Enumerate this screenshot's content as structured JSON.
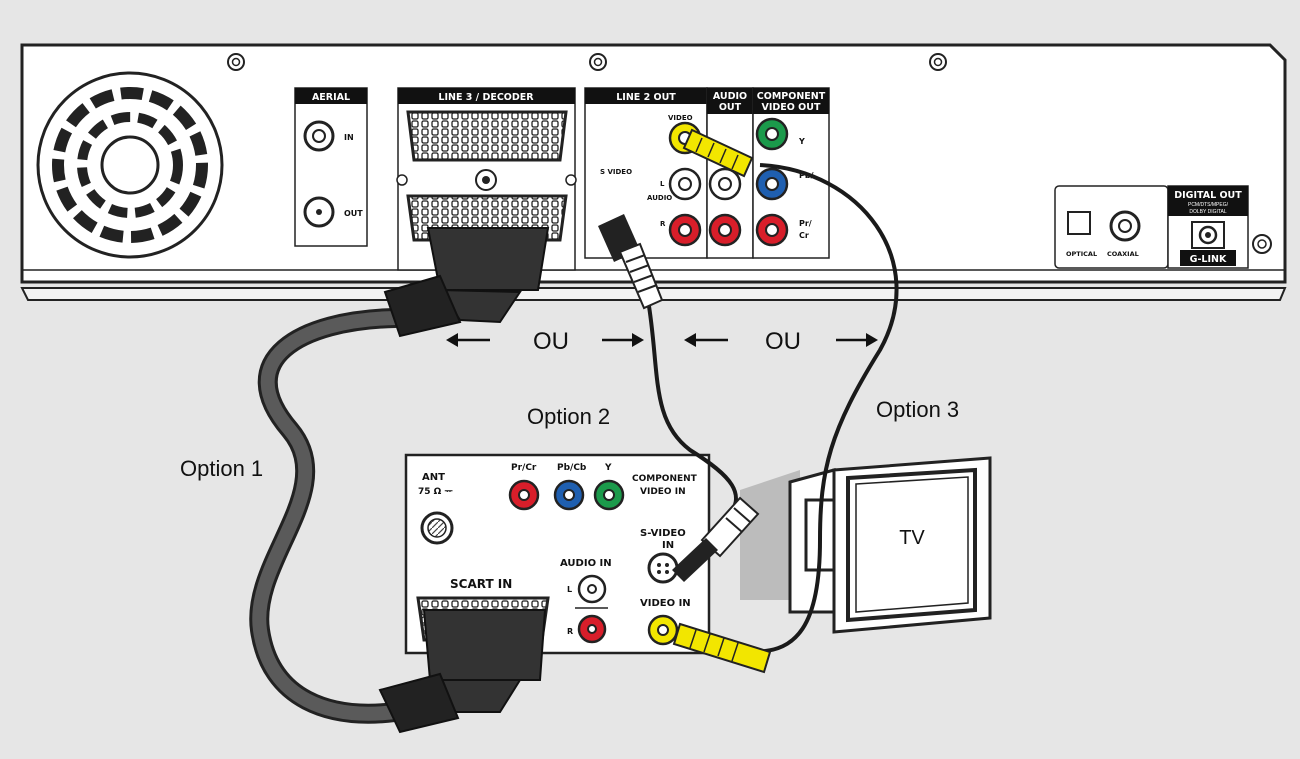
{
  "recorder": {
    "aerial": {
      "header": "AERIAL",
      "in": "IN",
      "out": "OUT"
    },
    "line3": {
      "header": "LINE 3 / DECODER"
    },
    "line2": {
      "header": "LINE 2 OUT",
      "video": "VIDEO",
      "svideo": "S VIDEO",
      "audio": "AUDIO",
      "l": "L",
      "r": "R"
    },
    "audio_out": {
      "header1": "AUDIO",
      "header2": "OUT"
    },
    "component": {
      "header1": "COMPONENT",
      "header2": "VIDEO OUT",
      "y": "Y",
      "pb": "Pb/",
      "pr": "Pr/",
      "cr": "Cr"
    },
    "digital": {
      "optical": "OPTICAL",
      "coaxial": "COAXIAL",
      "header": "DIGITAL OUT",
      "sub1": "PCM/DTS/MPEG/",
      "sub2": "DOLBY DIGITAL",
      "glink": "G-LINK"
    }
  },
  "diagram": {
    "ou_left": "OU",
    "ou_right": "OU",
    "option1": "Option 1",
    "option2": "Option 2",
    "option3": "Option 3",
    "tv_label": "TV"
  },
  "tv_panel": {
    "ant": "ANT",
    "ant_sub": "75 Ω ᅲ",
    "prcr": "Pr/Cr",
    "pbcb": "Pb/Cb",
    "y": "Y",
    "component1": "COMPONENT",
    "component2": "VIDEO IN",
    "svideo1": "S-VIDEO",
    "svideo2": "IN",
    "audio_in": "AUDIO IN",
    "l": "L",
    "r": "R",
    "scart_in": "SCART IN",
    "video_in": "VIDEO IN"
  },
  "colors": {
    "background": "#e6e6e6",
    "yellow": "#f2e600",
    "red": "#d81e2a",
    "green": "#1b9a4b",
    "blue": "#1f5fb0",
    "cable": "#1a1a1a",
    "scart_cable": "#5a5a5a"
  }
}
